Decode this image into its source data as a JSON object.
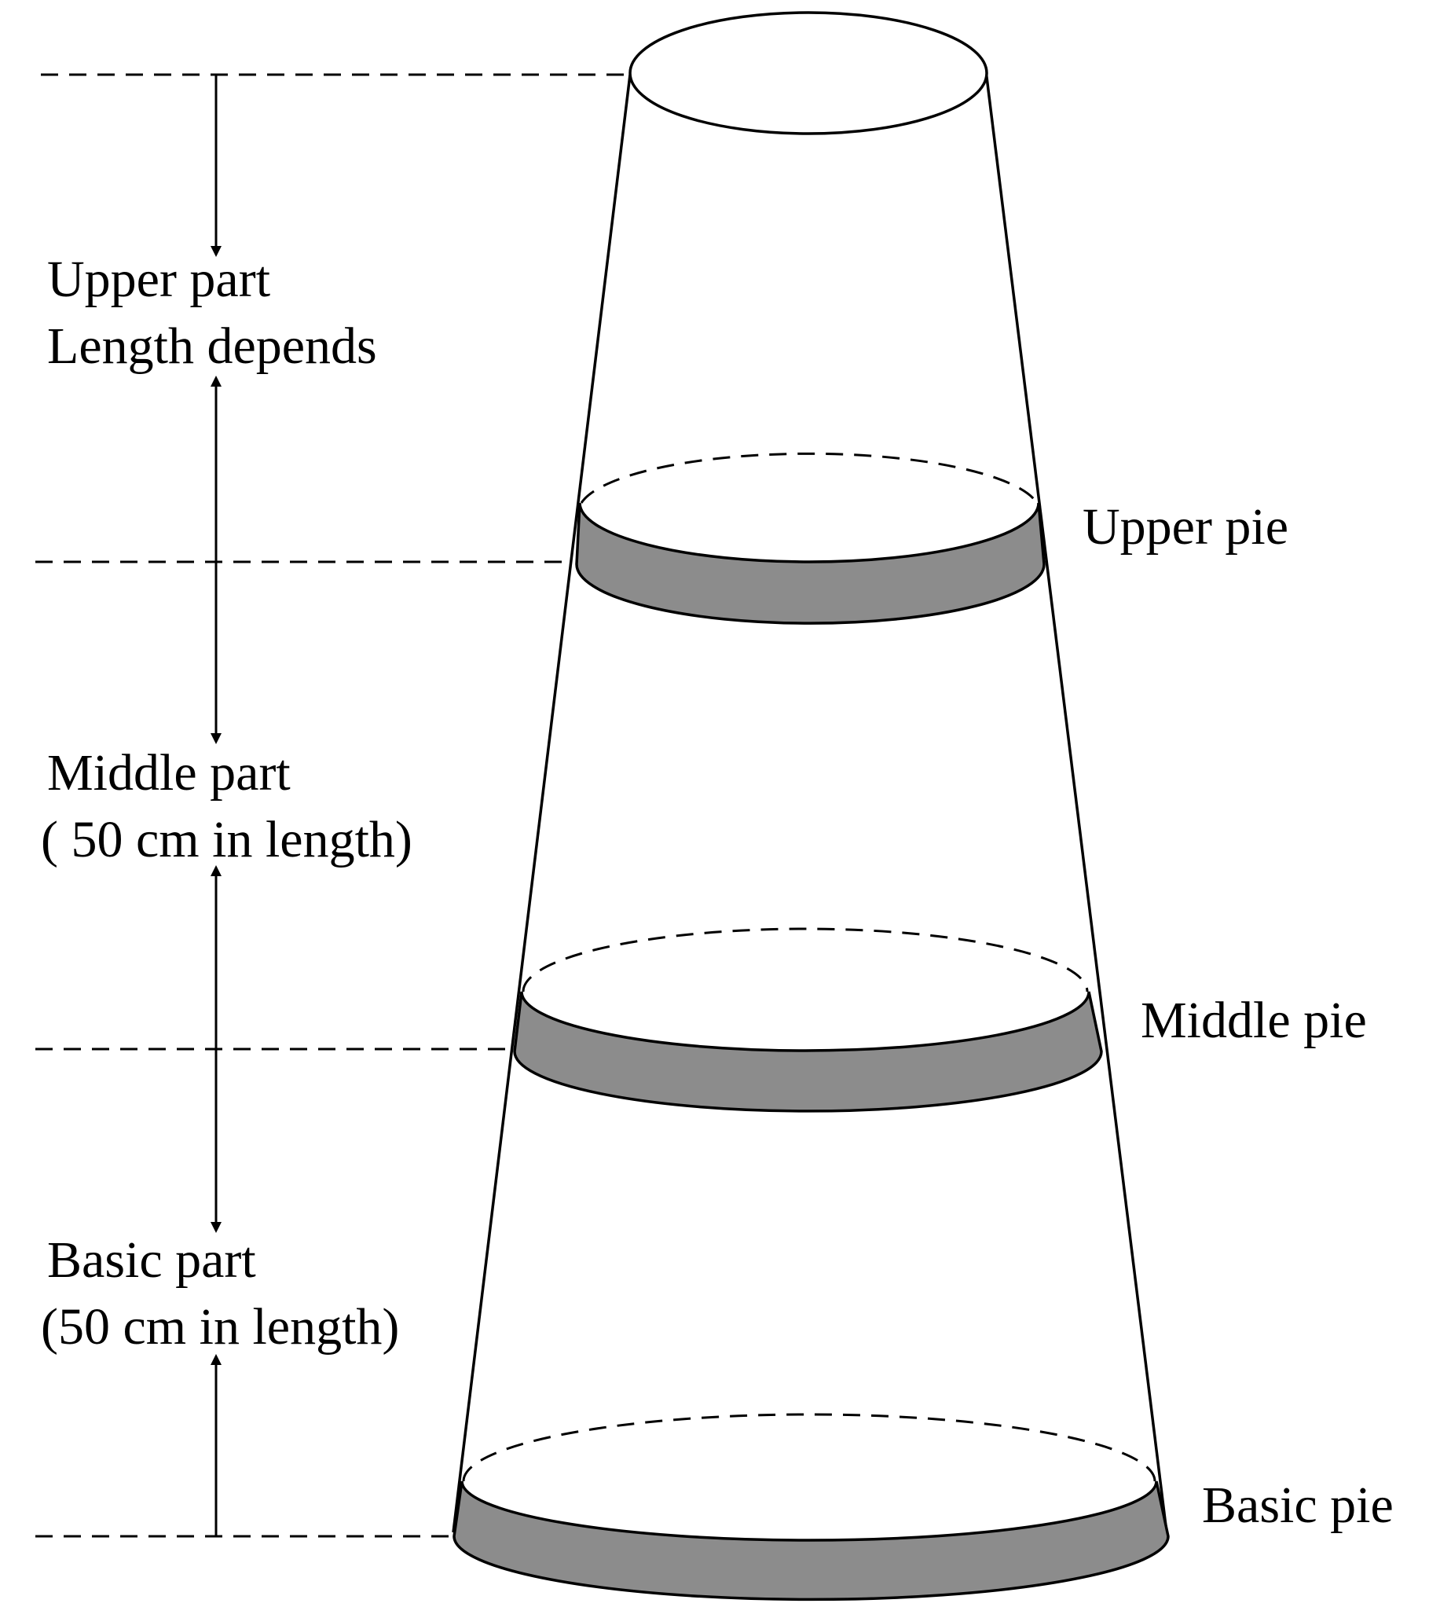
{
  "labels": {
    "upper_part": "Upper part",
    "upper_part_detail": "Length depends",
    "middle_part": "Middle part",
    "middle_part_detail": "( 50 cm in length)",
    "basic_part": "Basic part",
    "basic_part_detail": "(50 cm in length)",
    "upper_pie": "Upper pie",
    "middle_pie": "Middle pie",
    "basic_pie": "Basic pie"
  },
  "colors": {
    "pie_band": "#8c8c8c",
    "line": "#000000",
    "background": "#ffffff"
  }
}
